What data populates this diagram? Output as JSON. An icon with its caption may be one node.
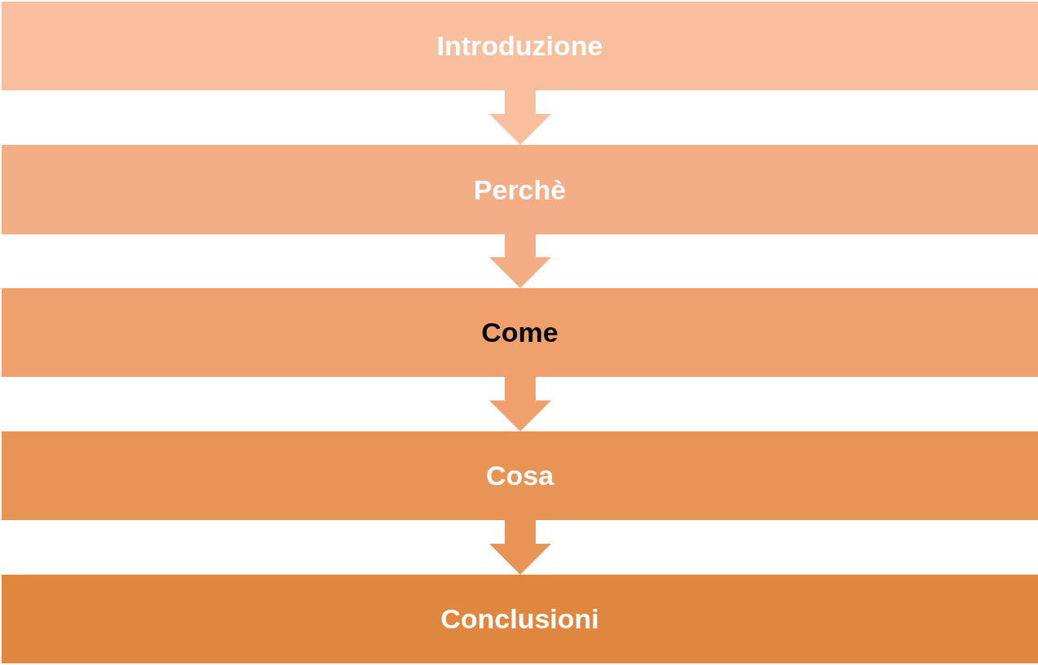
{
  "diagram": {
    "nodes": [
      {
        "text": [
          "Introduzione"
        ]
      },
      {
        "text": [
          "Perchè"
        ]
      },
      {
        "text": [
          "Come"
        ]
      },
      {
        "text": [
          "Cosa"
        ]
      },
      {
        "text": [
          "Conclusioni"
        ]
      }
    ],
    "edges": [
      {
        "from": 0,
        "to": 1,
        "arrow": "to"
      },
      {
        "from": 1,
        "to": 2,
        "arrow": "to"
      },
      {
        "from": 2,
        "to": 3,
        "arrow": "to"
      },
      {
        "from": 3,
        "to": 4,
        "arrow": "to"
      }
    ]
  }
}
